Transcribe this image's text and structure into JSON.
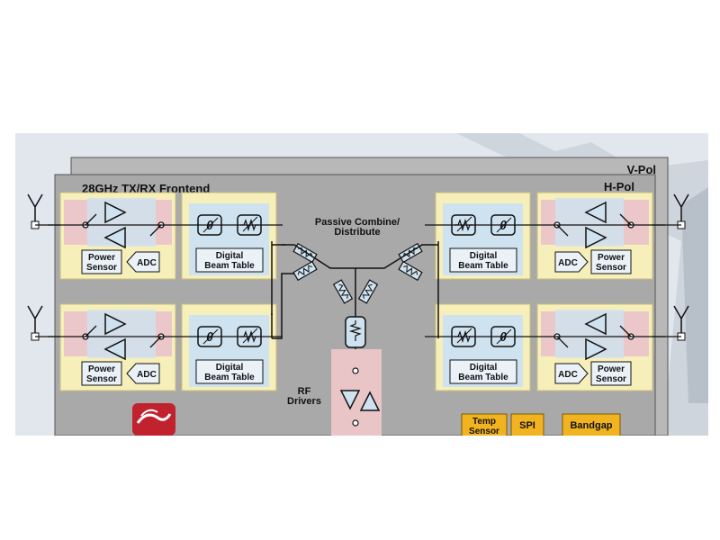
{
  "diagram": {
    "title": "28GHz TX/RX Frontend",
    "vpol_label": "V-Pol",
    "hpol_label": "H-Pol",
    "passive_label_line1": "Passive Combine/",
    "passive_label_line2": "Distribute",
    "rf_drivers_line1": "RF",
    "rf_drivers_line2": "Drivers",
    "power_sensor_line1": "Power",
    "power_sensor_line2": "Sensor",
    "adc": "ADC",
    "digital_line1": "Digital",
    "digital_line2": "Beam Table",
    "theta": "θ",
    "temp_sensor_line1": "Temp",
    "temp_sensor_line2": "Sensor",
    "spi": "SPI",
    "bandgap": "Bandgap"
  },
  "colors": {
    "background": "#ffffff",
    "panel_gray": "#b3b3b3",
    "panel_gray_front": "#a7a7a7",
    "cell_yellow": "#f6efb9",
    "cell_blue": "#cfe2ef",
    "cell_pink": "#ecc7c9",
    "block_orange": "#f2b320",
    "sky": "#dfe6ec"
  }
}
